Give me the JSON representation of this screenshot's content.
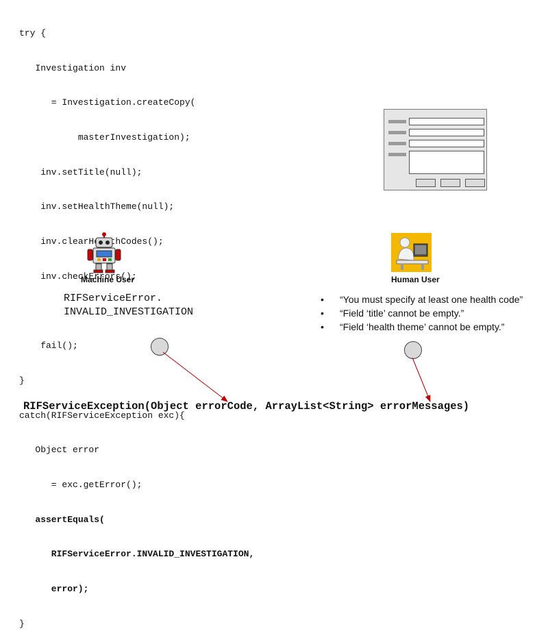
{
  "code_lines": [
    "try {",
    "   Investigation inv",
    "      = Investigation.createCopy(",
    "           masterInvestigation);",
    "    inv.setTitle(null);",
    "    inv.setHealthTheme(null);",
    "    inv.clearHealthCodes();",
    "    inv.checkErrors();",
    "",
    "    fail();",
    "}",
    "catch(RIFServiceException exc){",
    "   Object error",
    "      = exc.getError();",
    "   assertEquals(",
    "      RIFServiceError.INVALID_INVESTIGATION,",
    "      error);",
    "}"
  ],
  "machine_user": {
    "label": "Machine User",
    "icon": "robot-icon",
    "error_lines": [
      "RIFServiceError.",
      "INVALID_INVESTIGATION"
    ]
  },
  "human_user": {
    "label": "Human User",
    "icon": "person-at-computer-icon",
    "messages": [
      "“You must specify at least one health code”",
      "“Field ‘title’ cannot be empty.”",
      "“Field ‘health theme’ cannot be empty.”"
    ]
  },
  "constructor_signature": "RIFServiceException(Object errorCode, ArrayList<String> errorMessages)",
  "colors": {
    "arrow": "#c00000",
    "human_icon_bg": "#f5b800"
  }
}
